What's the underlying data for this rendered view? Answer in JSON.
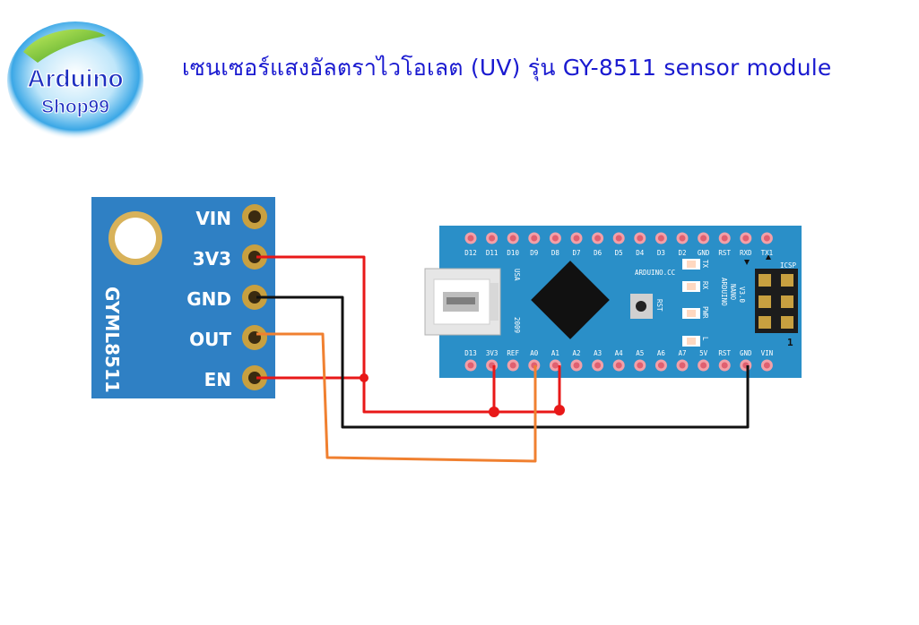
{
  "title": "เซนเซอร์แสงอัลตราไวโอเลต (UV) รุ่น GY-8511 sensor module",
  "logo": {
    "line1": "Arduino",
    "line2": "Shop99"
  },
  "sensor": {
    "model": "GYML8511",
    "pins": [
      "VIN",
      "3V3",
      "GND",
      "OUT",
      "EN"
    ]
  },
  "nano": {
    "top_pins": [
      "D12",
      "D11",
      "D10",
      "D9",
      "D8",
      "D7",
      "D6",
      "D5",
      "D4",
      "D3",
      "D2",
      "GND",
      "RST",
      "RXD",
      "TX1"
    ],
    "bottom_pins": [
      "D13",
      "3V3",
      "REF",
      "A0",
      "A1",
      "A2",
      "A3",
      "A4",
      "A5",
      "A6",
      "A7",
      "5V",
      "RST",
      "GND",
      "VIN"
    ],
    "brand": "ARDUINO.CC",
    "name_lines": [
      "ARDUINO",
      "NANO",
      "V3.0"
    ],
    "usa": "USA",
    "year": "2009",
    "icsp": "ICSP",
    "icsp_num": "1",
    "rst_button": "RST",
    "leds": [
      "TX",
      "RX",
      "PWR",
      "L"
    ]
  },
  "colors": {
    "red_wire": "#e81818",
    "black_wire": "#111111",
    "orange_wire": "#f08030",
    "board": "#2a8fc8",
    "sensor": "#2e7fc4"
  }
}
